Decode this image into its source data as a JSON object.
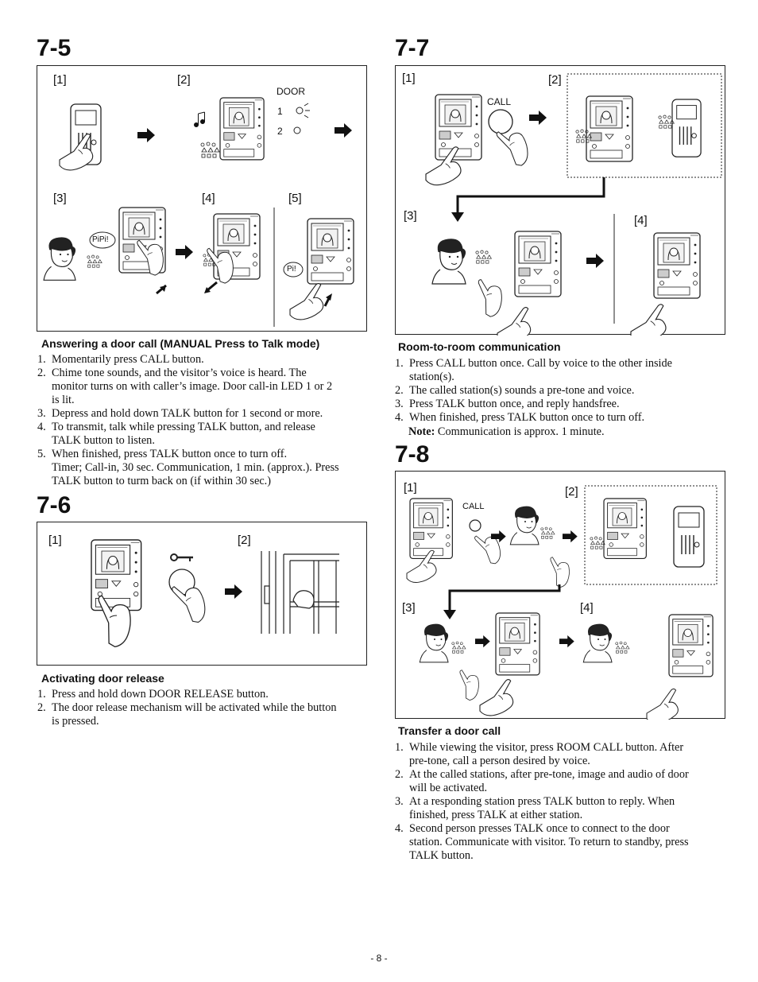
{
  "s75": {
    "heading": "7-5",
    "fig_labels": [
      "[1]",
      "[2]",
      "[3]",
      "[4]",
      "[5]"
    ],
    "door_label": "DOOR",
    "led1": "1",
    "led2": "2",
    "pipi": "PiPi!",
    "pi": "Pi!",
    "subtitle": "Answering a door call (MANUAL Press to Talk mode)",
    "steps": [
      {
        "num": "1.",
        "lines": [
          "Momentarily press CALL button."
        ]
      },
      {
        "num": "2.",
        "lines": [
          "Chime tone sounds, and the visitor’s voice is heard. The",
          "monitor turns on with caller’s image. Door call-in LED 1 or 2",
          "is lit."
        ]
      },
      {
        "num": "3.",
        "lines": [
          "Depress and hold down TALK button for 1 second or more."
        ]
      },
      {
        "num": "4.",
        "lines": [
          "To transmit, talk while pressing TALK button, and release",
          "TALK button to listen."
        ]
      },
      {
        "num": "5.",
        "lines": [
          "When finished, press TALK button once to turn off.",
          "Timer; Call-in, 30 sec. Communication, 1 min. (approx.). Press",
          "TALK button to turm back on (if within 30 sec.)"
        ]
      }
    ]
  },
  "s76": {
    "heading": "7-6",
    "fig_labels": [
      "[1]",
      "[2]"
    ],
    "subtitle": "Activating door release",
    "steps": [
      {
        "num": "1.",
        "lines": [
          "Press and hold down DOOR RELEASE button."
        ]
      },
      {
        "num": "2.",
        "lines": [
          "The door release mechanism will be activated while the button",
          "is pressed."
        ]
      }
    ]
  },
  "s77": {
    "heading": "7-7",
    "fig_labels": [
      "[1]",
      "[2]",
      "[3]",
      "[4]"
    ],
    "call_label": "CALL",
    "subtitle": "Room-to-room communication",
    "steps": [
      {
        "num": "1.",
        "lines": [
          "Press CALL button once. Call by voice to the other inside",
          "station(s)."
        ]
      },
      {
        "num": "2.",
        "lines": [
          "The called station(s) sounds a pre-tone and voice."
        ]
      },
      {
        "num": "3.",
        "lines": [
          "Press TALK button once, and reply handsfree."
        ]
      },
      {
        "num": "4.",
        "lines": [
          "When finished, press TALK button once to turn off."
        ]
      }
    ],
    "note_label": "Note:",
    "note_text": " Communication is approx. 1 minute."
  },
  "s78": {
    "heading": "7-8",
    "fig_labels": [
      "[1]",
      "[2]",
      "[3]",
      "[4]"
    ],
    "call_label": "CALL",
    "subtitle": "Transfer a door call",
    "steps": [
      {
        "num": "1.",
        "lines": [
          "While viewing the visitor, press ROOM CALL button. After",
          "pre-tone, call a person desired by voice."
        ]
      },
      {
        "num": "2.",
        "lines": [
          "At the called stations, after pre-tone, image and audio of door",
          "will be activated."
        ]
      },
      {
        "num": "3.",
        "lines": [
          "At a responding station press TALK button to reply.  When",
          "finished, press TALK at either station."
        ]
      },
      {
        "num": "4.",
        "lines": [
          "Second person presses TALK once to connect to the door",
          "station. Communicate with visitor. To return to standby, press",
          "TALK button."
        ]
      }
    ]
  },
  "footer": "- 8 -"
}
